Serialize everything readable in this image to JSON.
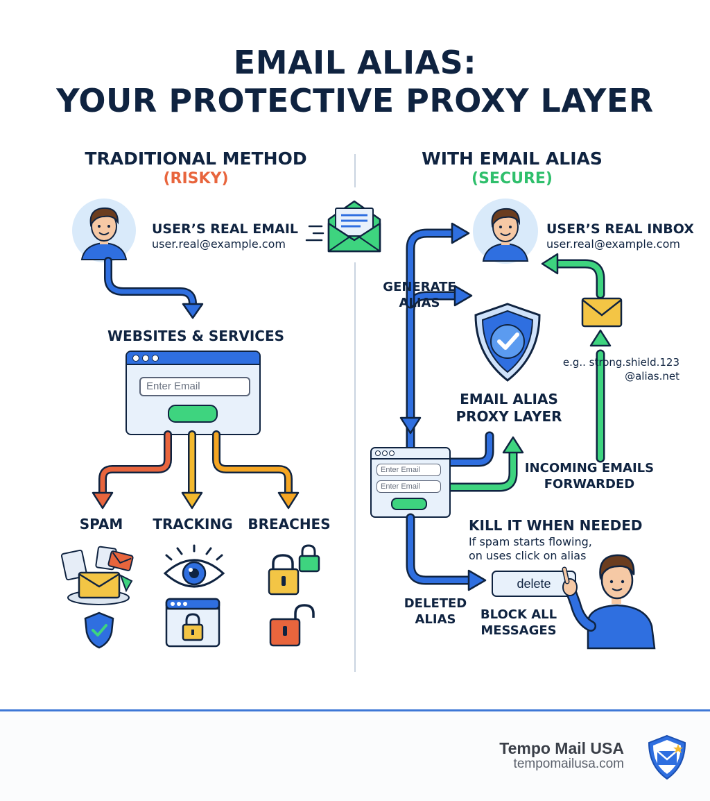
{
  "title": {
    "line1": "EMAIL ALIAS:",
    "line2": "YOUR PROTECTIVE PROXY LAYER"
  },
  "left": {
    "heading": "TRADITIONAL METHOD",
    "subheading": "(RISKY)",
    "user_label": "USER’S REAL EMAIL",
    "user_email": "user.real@example.com",
    "sites_label": "WEBSITES & SERVICES",
    "email_placeholder": "Enter Email",
    "outcomes": [
      "SPAM",
      "TRACKING",
      "BREACHES"
    ]
  },
  "right": {
    "heading": "WITH EMAIL ALIAS",
    "subheading": "(SECURE)",
    "inbox_label": "USER’S REAL INBOX",
    "inbox_email": "user.real@example.com",
    "generate_label": "GENERATE\nALIAS",
    "proxy_label": "EMAIL ALIAS\nPROXY LAYER",
    "example_alias": "e.g.. strong.shield.123\n@alias.net",
    "incoming_label": "INCOMING EMAILS\nFORWARDED",
    "field_1": "Enter Email",
    "field_2": "Enter Email",
    "kill_title": "KILL IT WHEN NEEDED",
    "kill_desc": "If spam starts flowing,\non uses click on alias",
    "delete_button": "delete",
    "deleted_label": "DELETED\nALIAS",
    "block_label": "BLOCK ALL\nMESSAGES"
  },
  "footer": {
    "brand": "Tempo Mail USA",
    "url": "tempomailusa.com"
  },
  "colors": {
    "blue": "#2f6fe0",
    "green": "#2fbf6c",
    "orange": "#e8653d",
    "yellow": "#f3b92e",
    "navy": "#0f2340"
  }
}
